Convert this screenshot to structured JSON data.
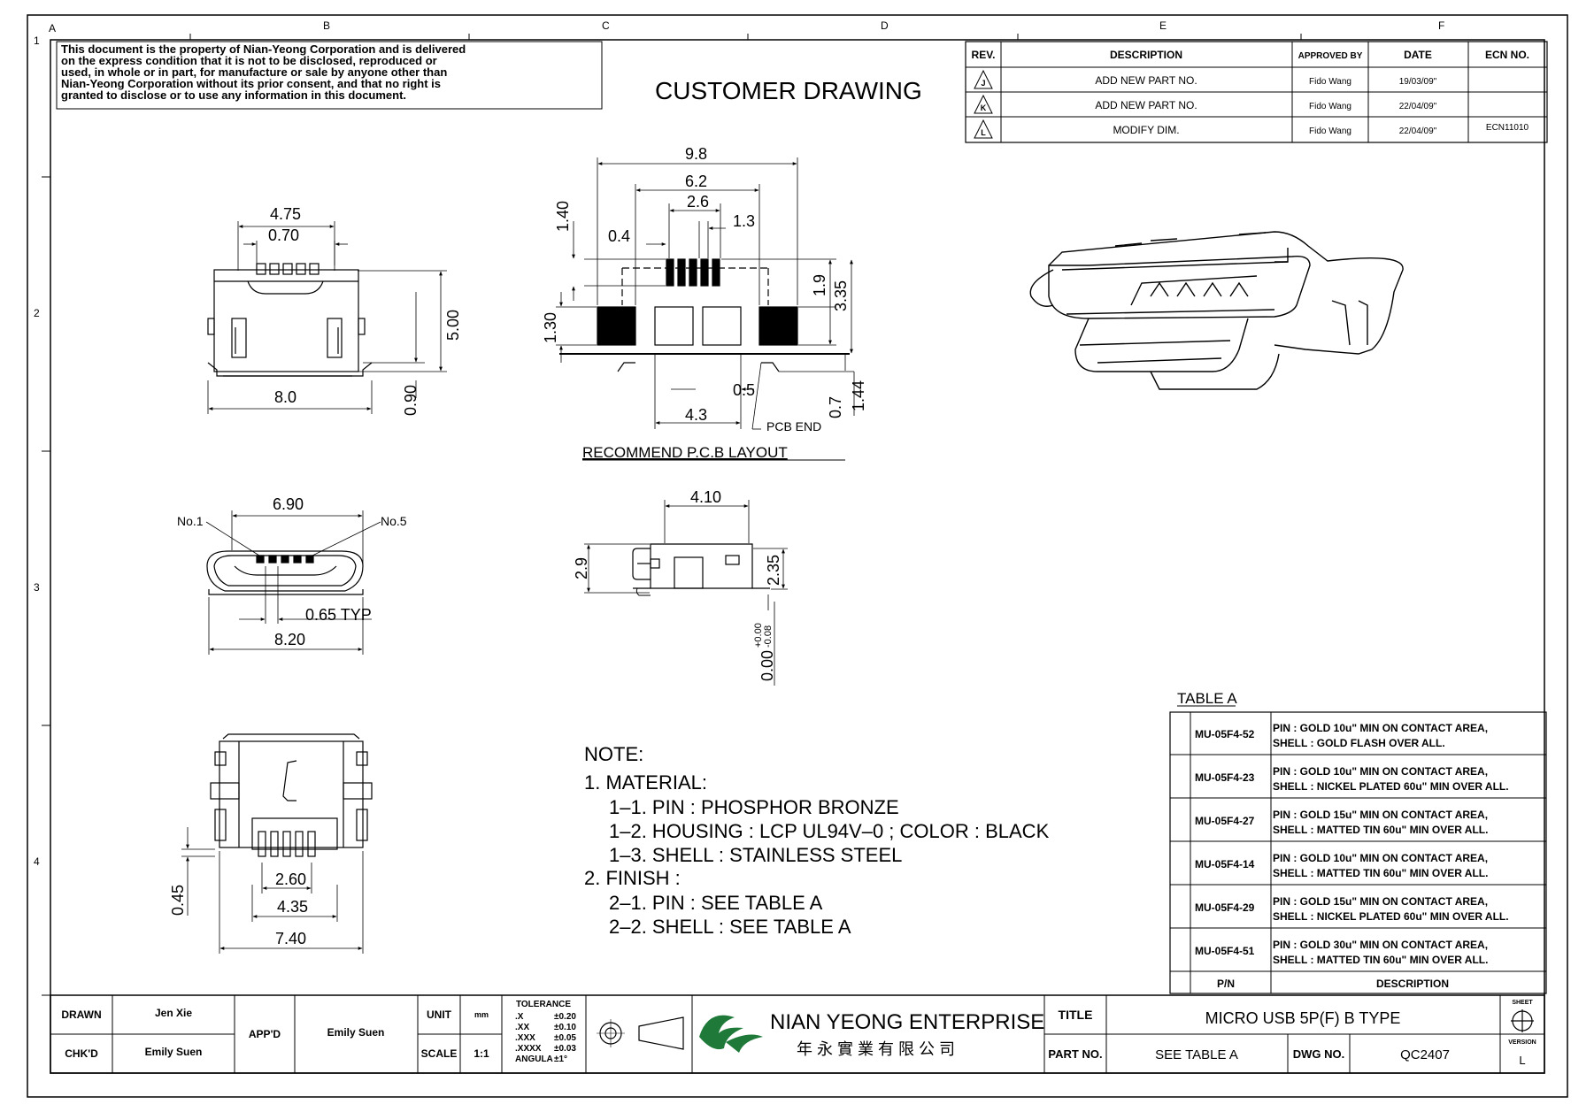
{
  "grid": {
    "columns": [
      "A",
      "B",
      "C",
      "D",
      "E",
      "F"
    ],
    "rows": [
      "1",
      "2",
      "3",
      "4"
    ]
  },
  "notice": [
    "This document is the property of Nian-Yeong Corporation and is delivered",
    "on  the  express condition that it is not to be disclosed, reproduced or",
    "used, in whole or in part, for manufacture or sale by anyone other than",
    "Nian-Yeong Corporation without  its prior consent, and that  no right  is",
    "granted to disclose or to use any information in this  document."
  ],
  "heading": "CUSTOMER  DRAWING",
  "revision_table": {
    "headers": [
      "REV.",
      "DESCRIPTION",
      "APPROVED BY",
      "DATE",
      "ECN NO."
    ],
    "rows": [
      {
        "rev": "J",
        "description": "ADD NEW PART NO.",
        "approved_by": "Fido Wang",
        "date": "19/03/09\"",
        "ecn": ""
      },
      {
        "rev": "K",
        "description": "ADD NEW PART NO.",
        "approved_by": "Fido Wang",
        "date": "22/04/09\"",
        "ecn": ""
      },
      {
        "rev": "L",
        "description": "MODIFY DIM.",
        "approved_by": "Fido Wang",
        "date": "22/04/09\"",
        "ecn": "ECN11010"
      }
    ]
  },
  "dimensions": {
    "front_view": {
      "d1": "4.75",
      "d2": "0.70",
      "d3": "5.00",
      "d4": "8.0",
      "d5": "0.90"
    },
    "pcb_layout": {
      "d1": "9.8",
      "d2": "6.2",
      "d3": "2.6",
      "d4": "1.3",
      "d5": "0.4",
      "d6": "1.40",
      "d7": "1.30",
      "d8": "1.9",
      "d9": "3.35",
      "d10": "0.5",
      "d11": "4.3",
      "d12": "0.7",
      "d13": "1.44",
      "pcb_end": "PCB END",
      "caption": "RECOMMEND  P.C.B  LAYOUT"
    },
    "opening_view": {
      "d1": "6.90",
      "no1": "No.1",
      "no5": "No.5",
      "d2": "0.65  TYP",
      "d3": "8.20"
    },
    "side_view": {
      "d1": "4.10",
      "d2": "2.9",
      "d3": "2.35",
      "d4": "0.00",
      "d4_tol_plus": "+0.00",
      "d4_tol_minus": "-0.08"
    },
    "bottom_view": {
      "d1": "0.45",
      "d2": "2.60",
      "d3": "4.35",
      "d4": "7.40"
    }
  },
  "notes": [
    "NOTE:",
    "1.  MATERIAL:",
    "1–1.  PIN  :  PHOSPHOR  BRONZE",
    "1–2.  HOUSING  :  LCP  UL94V–0  ;  COLOR  :  BLACK",
    "1–3.  SHELL  :  STAINLESS  STEEL",
    "2.  FINISH  :",
    "2–1.  PIN  :  SEE  TABLE  A",
    "2–2.  SHELL  :  SEE  TABLE  A"
  ],
  "table_a": {
    "title": "TABLE  A",
    "headers": [
      "P/N",
      "DESCRIPTION"
    ],
    "rows": [
      {
        "pn": "MU-05F4-52",
        "line1": "PIN  :  GOLD  10u\"  MIN  ON  CONTACT  AREA,",
        "line2": "SHELL  :  GOLD  FLASH  OVER  ALL."
      },
      {
        "pn": "MU-05F4-23",
        "line1": "PIN  :  GOLD  10u\"  MIN  ON  CONTACT  AREA,",
        "line2": "SHELL  :  NICKEL  PLATED  60u\"  MIN  OVER  ALL."
      },
      {
        "pn": "MU-05F4-27",
        "line1": "PIN  :  GOLD  15u\"  MIN  ON  CONTACT  AREA,",
        "line2": "SHELL  :  MATTED  TIN   60u\"  MIN  OVER  ALL."
      },
      {
        "pn": "MU-05F4-14",
        "line1": "PIN  :  GOLD  10u\"  MIN  ON  CONTACT  AREA,",
        "line2": "SHELL  :  MATTED  TIN   60u\"  MIN  OVER  ALL."
      },
      {
        "pn": "MU-05F4-29",
        "line1": "PIN  :  GOLD  15u\"  MIN  ON  CONTACT  AREA,",
        "line2": "SHELL  :  NICKEL  PLATED  60u\"  MIN  OVER  ALL."
      },
      {
        "pn": "MU-05F4-51",
        "line1": "PIN  :  GOLD  30u\"  MIN  ON  CONTACT  AREA,",
        "line2": "SHELL  :  MATTED  TIN   60u\"  MIN  OVER  ALL."
      }
    ]
  },
  "title_block": {
    "drawn_label": "DRAWN",
    "drawn_value": "Jen  Xie",
    "chkd_label": "CHK'D",
    "chkd_value": "Emily  Suen",
    "appd_label": "APP'D",
    "appd_value": "Emily  Suen",
    "unit_label": "UNIT",
    "unit_value": "mm",
    "scale_label": "SCALE",
    "scale_value": "1:1",
    "tolerance": {
      "title": "TOLERANCE",
      "rows": [
        {
          "k": ".X",
          "v": "±0.20"
        },
        {
          "k": ".XX",
          "v": "±0.10"
        },
        {
          "k": ".XXX",
          "v": "±0.05"
        },
        {
          "k": ".XXXX",
          "v": "±0.03"
        },
        {
          "k": "ANGULA",
          "v": "±1°"
        }
      ]
    },
    "company_name": "NIAN YEONG ENTERPRISE",
    "company_cn": "年 永 實 業 有 限 公 司",
    "title_label": "TITLE",
    "title_value": "MICRO  USB  5P(F)  B  TYPE",
    "part_label": "PART NO.",
    "part_value": "SEE  TABLE  A",
    "dwg_label": "DWG NO.",
    "dwg_value": "QC2407",
    "sheet_label": "SHEET",
    "version_label": "VERSION",
    "version_value": "L"
  },
  "icons": [
    "logo-icon",
    "third-angle-projection-icon",
    "revision-triangle-icon",
    "sheet-target-icon"
  ]
}
